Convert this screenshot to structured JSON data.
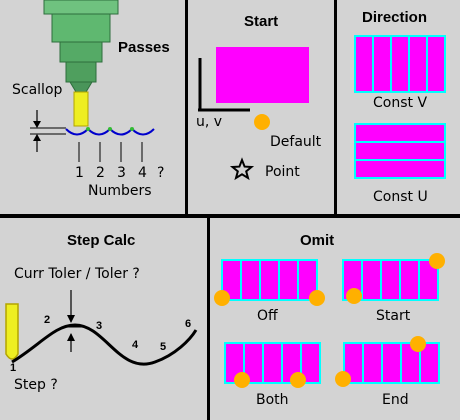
{
  "colors": {
    "background": "#d3d3d3",
    "magenta": "#ff00ff",
    "stripe_border": "#00ffff",
    "orange_dot": "#ffb000",
    "tool_green": "#55aa66",
    "tool_yellow": "#eeee22",
    "wave_blue": "#0000cc"
  },
  "passes": {
    "title": "Passes",
    "scallop_label": "Scallop",
    "numbers": [
      "1",
      "2",
      "3",
      "4",
      "?"
    ],
    "numbers_label": "Numbers"
  },
  "start": {
    "title": "Start",
    "axis_label": "u, v",
    "default_label": "Default",
    "point_label": "Point"
  },
  "direction": {
    "title": "Direction",
    "const_v_label": "Const V",
    "const_u_label": "Const U"
  },
  "step_calc": {
    "title": "Step Calc",
    "toler_label": "Curr Toler  /  Toler ?",
    "step_label": "Step ?",
    "point_numbers": [
      "1",
      "2",
      "3",
      "4",
      "5",
      "6"
    ]
  },
  "omit": {
    "title": "Omit",
    "off_label": "Off",
    "start_label": "Start",
    "both_label": "Both",
    "end_label": "End"
  }
}
